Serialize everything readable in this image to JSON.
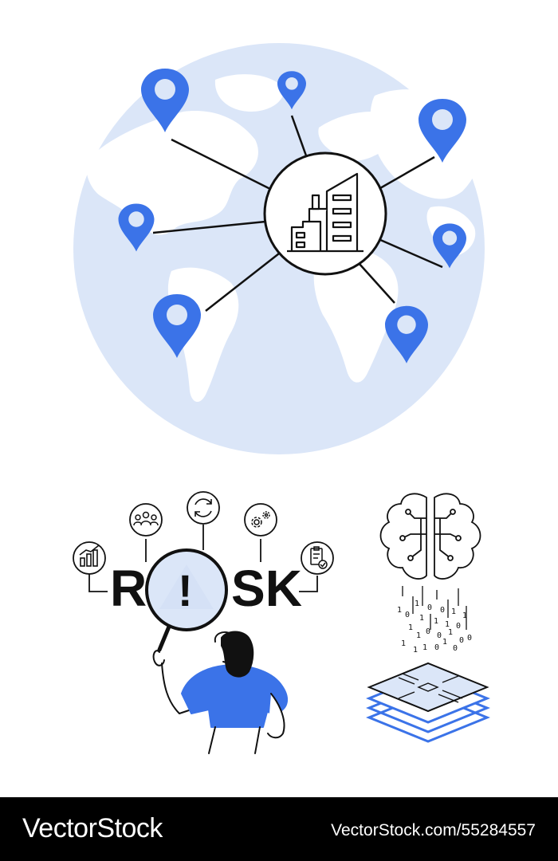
{
  "risk": {
    "letter_r": "R",
    "letters_sk": "SK",
    "alert_mark": "!"
  },
  "binary_stream": [
    "1",
    "0",
    "1",
    "1",
    "0",
    "1",
    "0",
    "1",
    "1",
    "0",
    "1",
    "0",
    "1",
    "1",
    "0",
    "0",
    "1",
    "0",
    "1",
    "1",
    "0",
    "1",
    "0",
    "1"
  ],
  "footer": {
    "brand": "VectorStock",
    "watermark_id": "VectorStock.com/55284557"
  },
  "colors": {
    "accent_blue": "#3b73e8",
    "globe_blue": "#dbe6f8",
    "ink": "#111111",
    "footer_bg": "#000000"
  },
  "icons": [
    "location-pin-icon",
    "factory-icon",
    "bar-chart-icon",
    "people-icon",
    "refresh-icon",
    "gear-icon",
    "clipboard-check-icon",
    "ai-brain-icon",
    "microchip-icon",
    "warning-triangle-icon",
    "magnifier-icon"
  ]
}
